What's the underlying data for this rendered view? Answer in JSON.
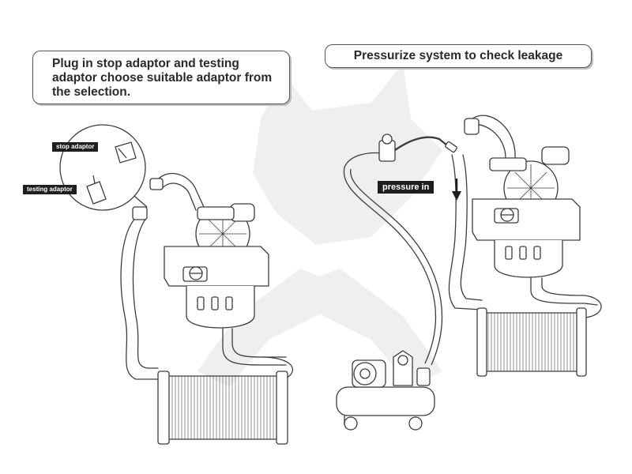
{
  "instructions": {
    "step_1": "Plug in stop adaptor and testing adaptor choose suitable adaptor from the selection.",
    "step_2": "Pressurize system to check leakage"
  },
  "labels": {
    "stop_adaptor": "stop adaptor",
    "testing_adaptor": "testing adaptor",
    "pressure_in": "pressure in"
  },
  "colors": {
    "line": "#3c3c3c",
    "tag_background": "#1e1e1e",
    "watermark": "#ededed"
  }
}
